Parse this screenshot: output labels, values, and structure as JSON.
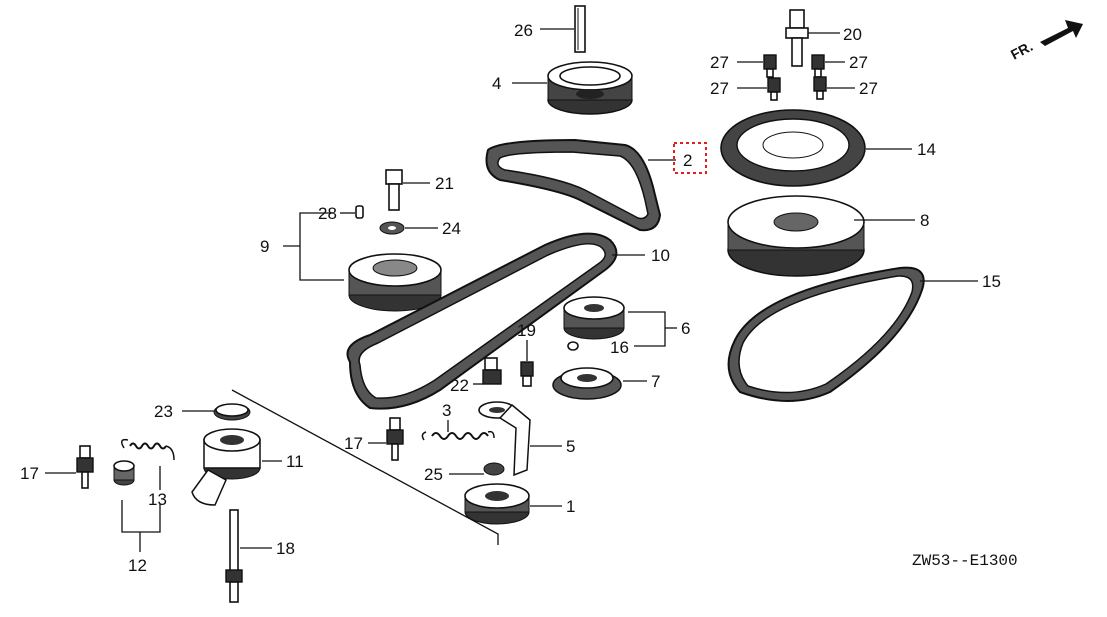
{
  "diagram": {
    "code": "ZW53--E1300",
    "fr_label": "FR.",
    "labels": [
      "26",
      "20",
      "27",
      "27",
      "27",
      "27",
      "4",
      "2",
      "14",
      "21",
      "28",
      "24",
      "9",
      "10",
      "8",
      "15",
      "6",
      "16",
      "19",
      "22",
      "7",
      "23",
      "3",
      "5",
      "17",
      "11",
      "13",
      "17",
      "25",
      "1",
      "12",
      "18"
    ],
    "highlighted_label": "2",
    "highlight_color": "#e02020"
  }
}
